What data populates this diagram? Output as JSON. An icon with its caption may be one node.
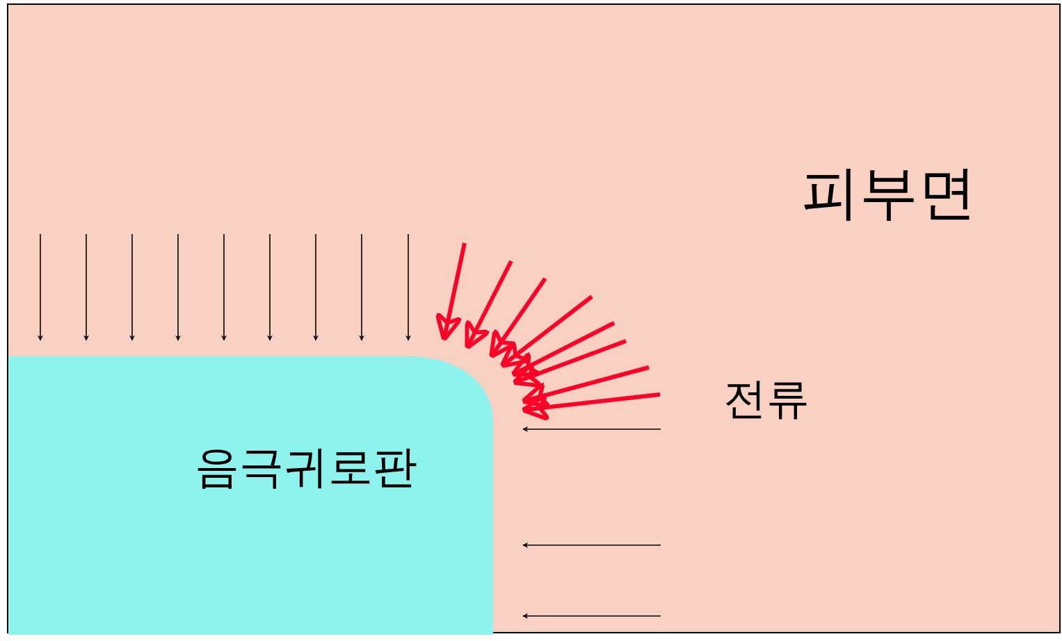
{
  "diagram": {
    "nodes": [
      {
        "text": [
          "피부면"
        ]
      },
      {
        "text": [
          "음극귀로판"
        ],
        "in": 0
      }
    ],
    "labels": [
      "전류"
    ]
  }
}
